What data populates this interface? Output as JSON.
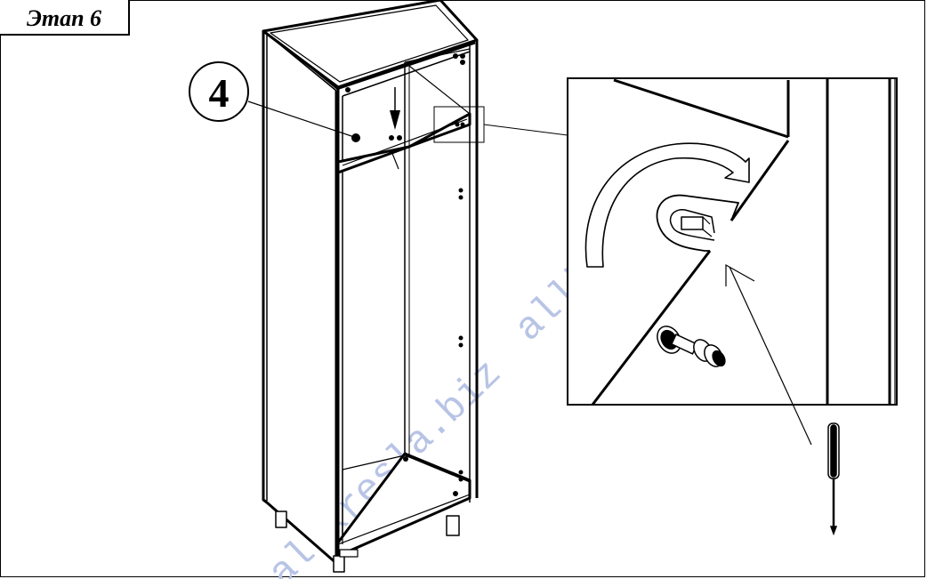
{
  "stage": {
    "label": "Этап 6"
  },
  "callout": {
    "part_number": "4"
  },
  "watermarks": [
    {
      "text": "allkresla.biz"
    },
    {
      "text": "allkresla.biz"
    }
  ],
  "colors": {
    "line": "#000000",
    "background": "#ffffff",
    "watermark": "#b8c4e6"
  },
  "icons": [
    "screwdriver-icon",
    "eccentric-cam-bolt-icon",
    "rotation-arrow-icon",
    "down-arrow-icon"
  ]
}
